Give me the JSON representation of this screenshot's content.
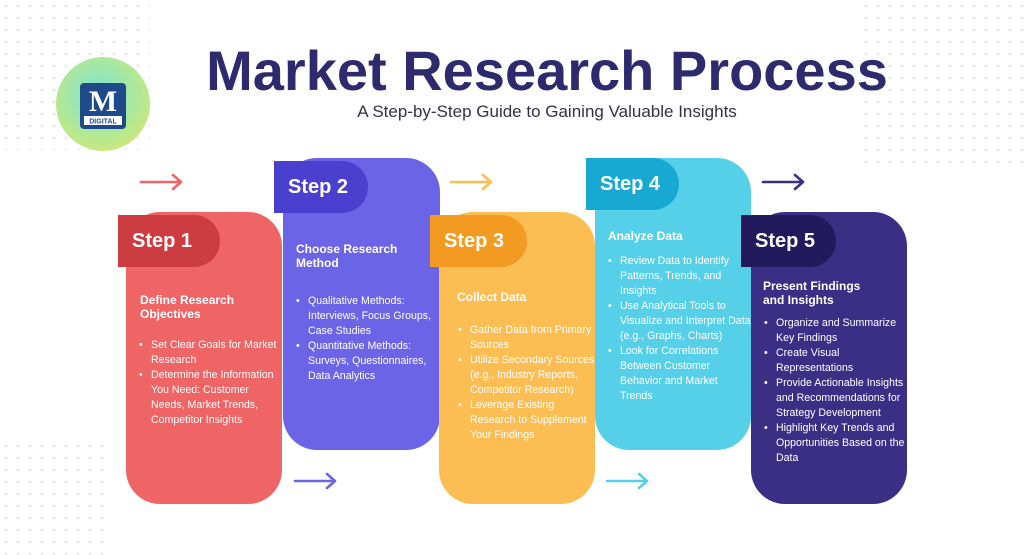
{
  "header": {
    "title": "Market Research Process",
    "subtitle": "A Step-by-Step Guide to Gaining Valuable Insights"
  },
  "logo": {
    "text": "DIGITAL",
    "letter": "M"
  },
  "steps": [
    {
      "label": "Step 1",
      "heading": "Define Research Objectives",
      "bullets": [
        "Set Clear Goals for Market Research",
        "Determine the Information You Need: Customer Needs, Market Trends, Competitor Insights"
      ]
    },
    {
      "label": "Step 2",
      "heading": "Choose Research Method",
      "bullets": [
        "Qualitative Methods: Interviews, Focus Groups, Case Studies",
        "Quantitative Methods: Surveys, Questionnaires, Data Analytics"
      ]
    },
    {
      "label": "Step 3",
      "heading": "Collect Data",
      "bullets": [
        "Gather Data from Primary Sources",
        "Utilize Secondary Sources (e.g., Industry Reports, Competitor Research)",
        "Leverage Existing Research to Supplement Your Findings"
      ]
    },
    {
      "label": "Step 4",
      "heading": "Analyze Data",
      "bullets": [
        "Review Data to Identify Patterns, Trends, and Insights",
        "Use Analytical Tools to Visualize and Interpret Data (e.g., Graphs, Charts)",
        "Look for Correlations Between Customer Behavior and Market Trends"
      ]
    },
    {
      "label": "Step 5",
      "heading": "Present Findings and Insights",
      "bullets": [
        "Organize and Summarize Key Findings",
        "Create Visual Representations",
        "Provide Actionable Insights and Recommendations for Strategy Development",
        "Highlight Key Trends and Opportunities Based on the Data"
      ]
    }
  ],
  "colors": {
    "title": "#2e2a6e",
    "step1": "#ef6464",
    "step1_tab": "#cd3c40",
    "step2": "#6c64e6",
    "step2_tab": "#4a3fcf",
    "step3": "#fcbd53",
    "step3_tab": "#f39a22",
    "step4": "#56cfe8",
    "step4_tab": "#17a9d1",
    "step5": "#3a2f85",
    "step5_tab": "#231a5e"
  },
  "icons": {
    "connector": "arrow-right-icon"
  }
}
